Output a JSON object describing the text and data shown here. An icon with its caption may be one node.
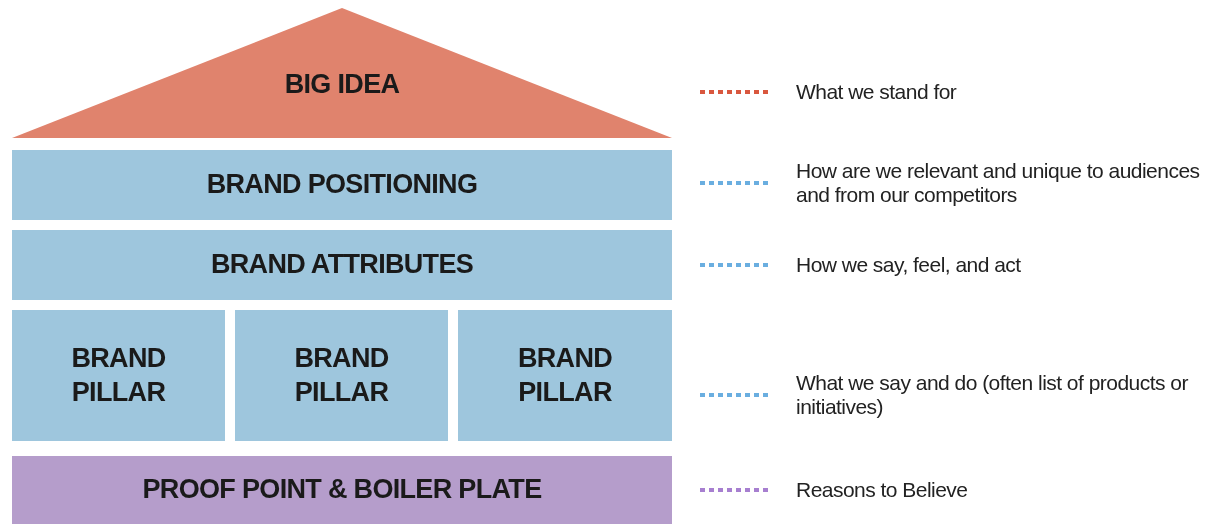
{
  "diagram": {
    "nodes": [
      {
        "text": [
          "BIG IDEA"
        ]
      },
      {
        "text": [
          "BRAND POSITIONING"
        ]
      },
      {
        "text": [
          "BRAND ATTRIBUTES"
        ]
      },
      {
        "text": [
          "BRAND PILLAR"
        ]
      },
      {
        "text": [
          "BRAND PILLAR"
        ]
      },
      {
        "text": [
          "BRAND PILLAR"
        ]
      },
      {
        "text": [
          "PROOF POINT & BOILER PLATE"
        ]
      }
    ],
    "labels": [
      "What we stand for",
      "How are we relevant and unique to audiences and from our competitors",
      "How we say, feel, and act",
      "What we say and do (often list of products or initiatives)",
      "Reasons to Believe"
    ]
  }
}
